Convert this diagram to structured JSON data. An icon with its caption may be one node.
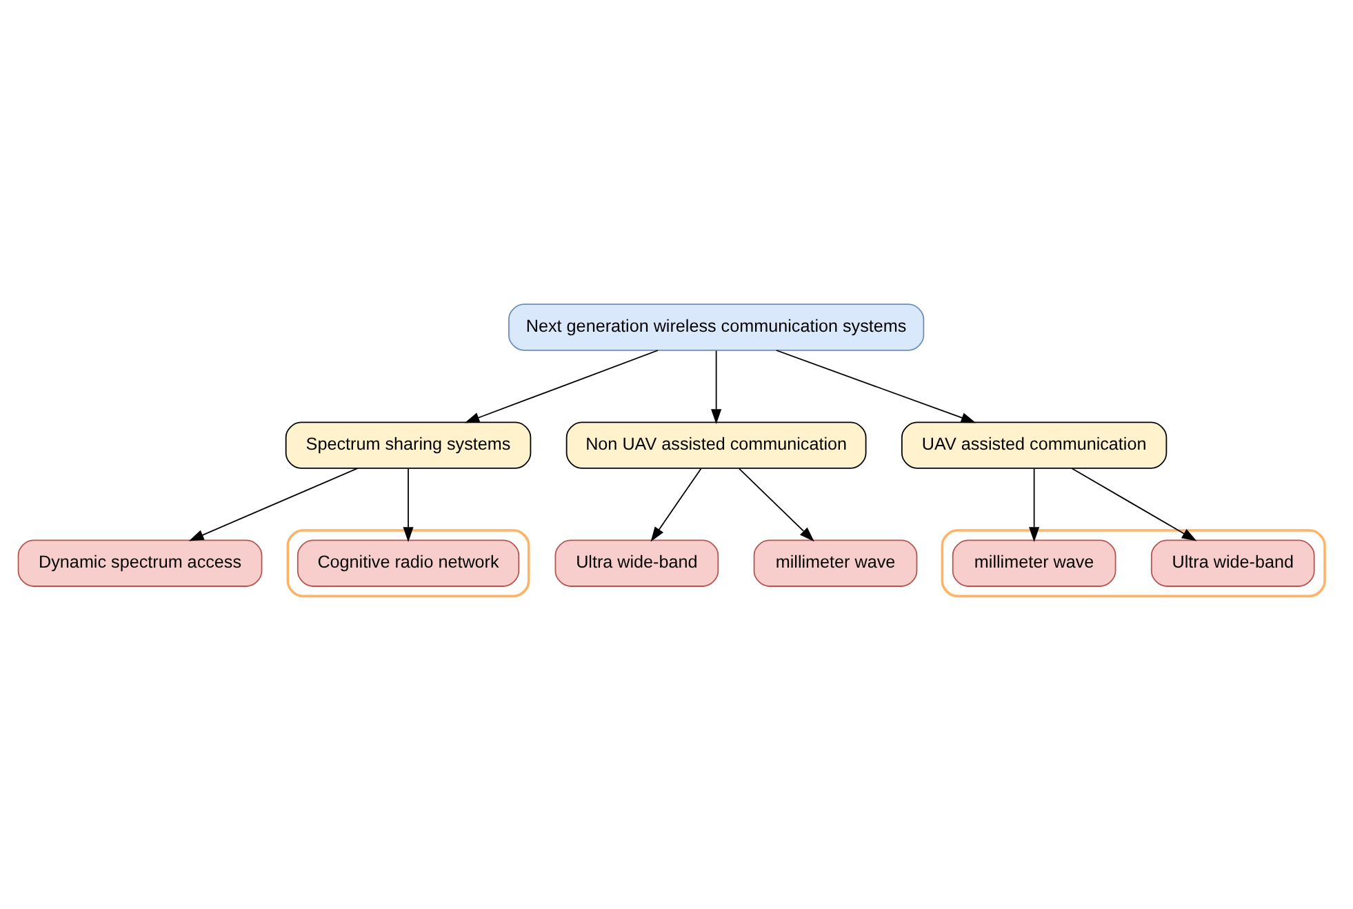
{
  "diagram": {
    "nodes": [
      {
        "text": [
          "Next generation wireless communication systems"
        ]
      },
      {
        "text": [
          "Spectrum sharing systems"
        ]
      },
      {
        "text": [
          "Non UAV assisted communication"
        ]
      },
      {
        "text": [
          "UAV assisted communication"
        ]
      },
      {
        "text": [
          "Dynamic spectrum access"
        ]
      },
      {
        "text": [],
        "shape": "box"
      },
      {
        "text": [
          "Cognitive radio network"
        ],
        "in": 5
      },
      {
        "text": [
          "Ultra wide-band"
        ]
      },
      {
        "text": [
          "millimeter wave"
        ]
      },
      {
        "text": [],
        "shape": "box"
      },
      {
        "text": [
          "Ultra wide-band"
        ],
        "in": 9
      },
      {
        "text": [
          "millimeter wave"
        ],
        "in": 9
      }
    ],
    "edges": [
      {
        "from": 0,
        "to": 1,
        "arrow": "to"
      },
      {
        "from": 0,
        "to": 2,
        "arrow": "to"
      },
      {
        "from": 0,
        "to": 3,
        "arrow": "to"
      },
      {
        "from": 1,
        "to": 4,
        "arrow": "to"
      },
      {
        "from": 1,
        "to": 6,
        "arrow": "to"
      },
      {
        "from": 2,
        "to": 7,
        "arrow": "to"
      },
      {
        "from": 2,
        "to": 8,
        "arrow": "to"
      },
      {
        "from": 3,
        "to": 10,
        "arrow": "to"
      },
      {
        "from": 3,
        "to": 11,
        "arrow": "to"
      }
    ]
  }
}
